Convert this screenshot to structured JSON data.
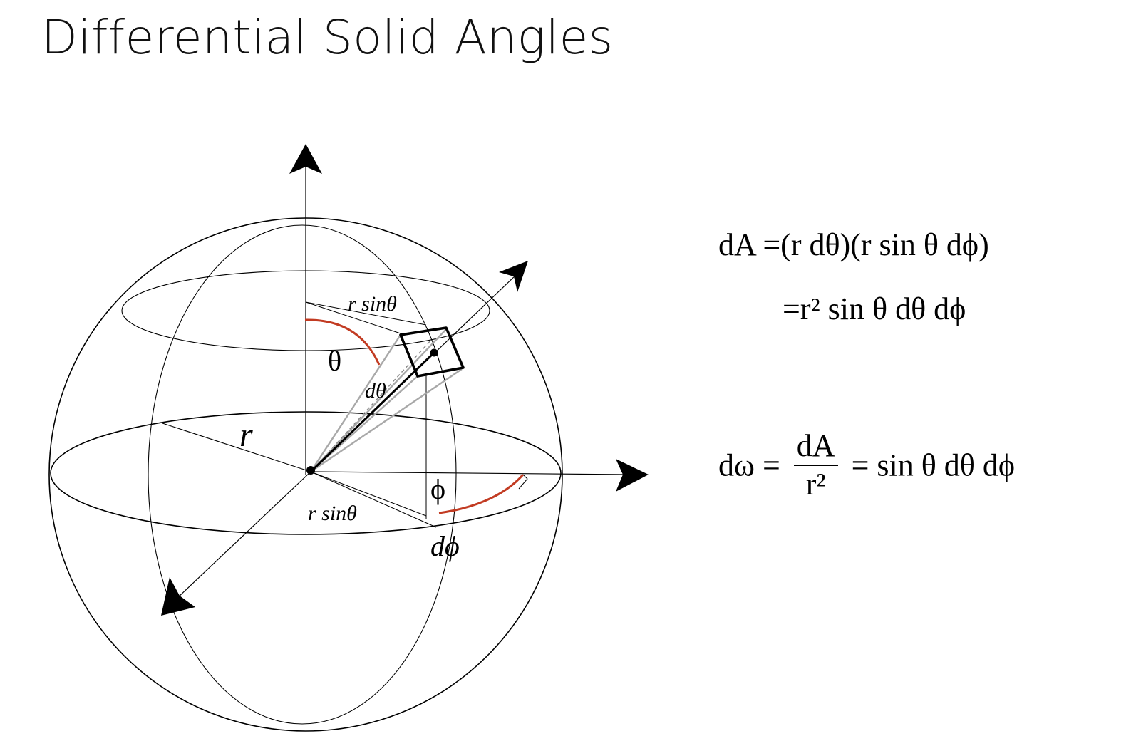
{
  "slide": {
    "title": "Differential Solid Angles"
  },
  "diagram": {
    "labels": {
      "theta": "θ",
      "d_theta": "dθ",
      "r": "r",
      "phi": "ϕ",
      "d_phi": "dϕ",
      "r_sin_theta_top": "r sinθ",
      "r_sin_theta_bottom": "r sinθ"
    },
    "colors": {
      "stroke": "#000000",
      "arc_accent": "#c23b22",
      "ray_gray": "#a8a8a8"
    }
  },
  "equations": {
    "area": {
      "line1": {
        "lhs": "dA",
        "rhs": "=(r dθ)(r sin θ dϕ)"
      },
      "line2": {
        "rhs": "=r² sin θ dθ dϕ"
      }
    },
    "solid_angle": {
      "lhs": "dω =",
      "numerator": "dA",
      "denominator": "r²",
      "rhs": "= sin θ dθ dϕ"
    }
  }
}
